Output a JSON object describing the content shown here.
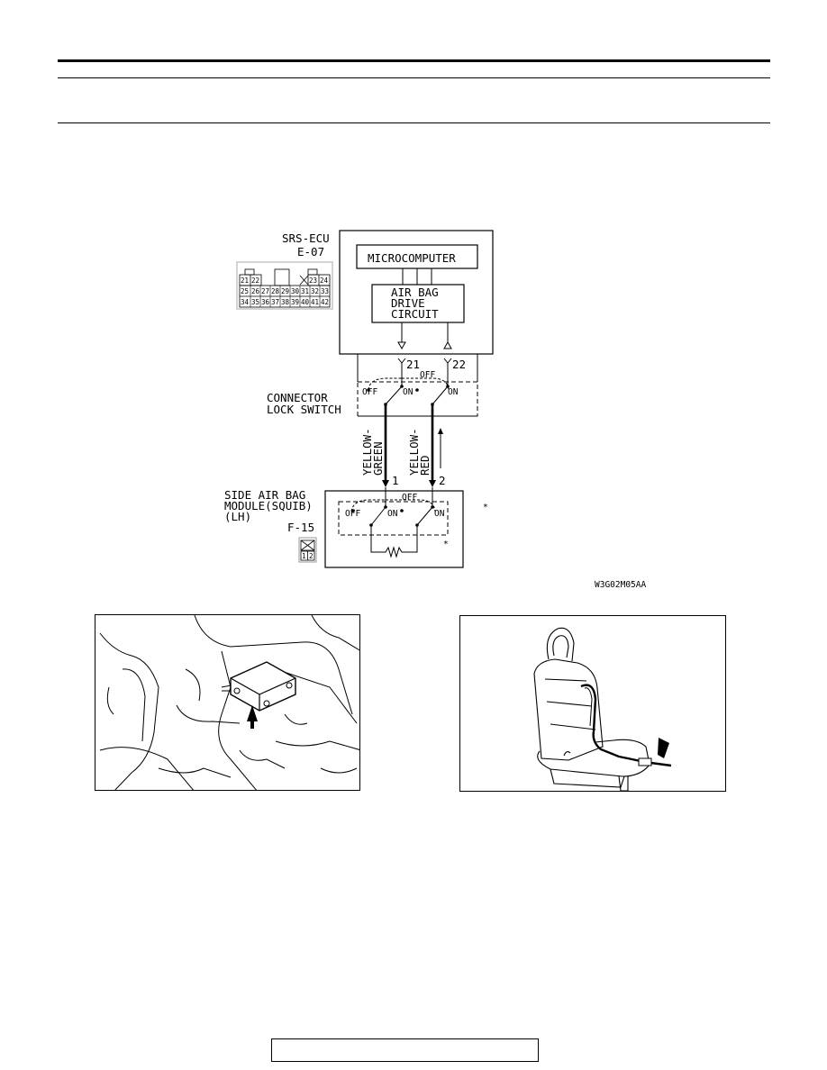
{
  "ecu": {
    "name": "SRS-ECU",
    "connector": "E-07"
  },
  "ecu_pins": {
    "row1": [
      "21",
      "22",
      "23",
      "24"
    ],
    "row2": [
      "25",
      "26",
      "27",
      "28",
      "29",
      "30",
      "31",
      "32",
      "33"
    ],
    "row3": [
      "34",
      "35",
      "36",
      "37",
      "38",
      "39",
      "40",
      "41",
      "42"
    ]
  },
  "blocks": {
    "micro": "MICROCOMPUTER",
    "drive1": "AIR BAG",
    "drive2": "DRIVE",
    "drive3": "CIRCUIT"
  },
  "terminals": {
    "t21": "21",
    "t22": "22",
    "t1": "1",
    "t2": "2"
  },
  "switch_labels": {
    "off": "OFF",
    "on": "ON"
  },
  "lock_switch": {
    "line1": "CONNECTOR",
    "line2": "LOCK SWITCH"
  },
  "wires": {
    "w1a": "YELLOW-",
    "w1b": "GREEN",
    "w2a": "YELLOW-",
    "w2b": "RED"
  },
  "module": {
    "line1": "SIDE AIR BAG",
    "line2": "MODULE(SQUIB)",
    "line3": "(LH)",
    "connector": "F-15"
  },
  "module_pins": [
    "1",
    "2"
  ],
  "asterisk": "*",
  "figure_code": "W3G02M05AA"
}
